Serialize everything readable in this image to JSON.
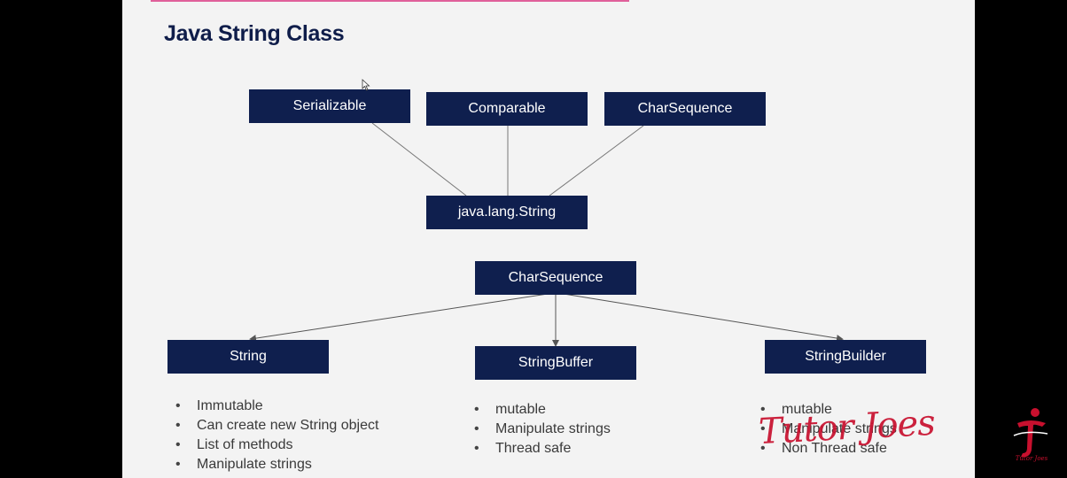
{
  "slide": {
    "title": "Java String Class"
  },
  "diagram": {
    "interfaces": [
      "Serializable",
      "Comparable",
      "CharSequence"
    ],
    "string_class": "java.lang.String",
    "parent": "CharSequence",
    "children": [
      {
        "label": "String",
        "bullets": [
          "Immutable",
          "Can create new String object",
          "List of methods",
          "Manipulate strings"
        ]
      },
      {
        "label": "StringBuffer",
        "bullets": [
          "mutable",
          "Manipulate strings",
          "Thread safe"
        ]
      },
      {
        "label": "StringBuilder",
        "bullets": [
          "mutable",
          "Manipulate strings",
          "Non Thread safe"
        ]
      }
    ]
  },
  "watermark": {
    "text": "Tutor Joes",
    "logo_text": "Tutor Joes",
    "color": "#c8102e"
  },
  "colors": {
    "box": "#0f1f4e",
    "title": "#0f1d4a",
    "slide_bg": "#f3f3f3",
    "accent_line": "#e0609a"
  }
}
